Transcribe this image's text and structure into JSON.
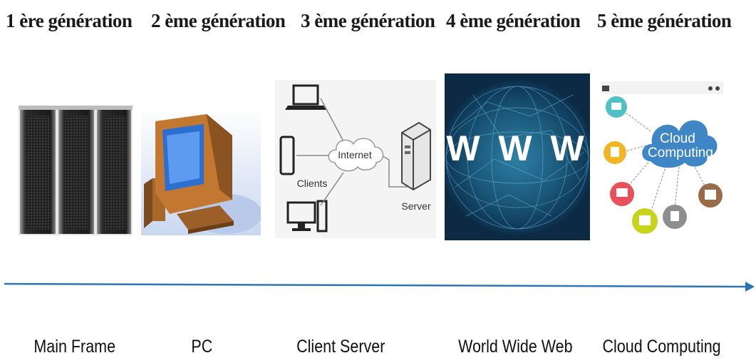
{
  "generations": [
    {
      "title": "1 ère génération",
      "label": "Main Frame"
    },
    {
      "title": "2 ème génération",
      "label": "PC"
    },
    {
      "title": "3 ème génération",
      "label": "Client Server"
    },
    {
      "title": "4 ème génération",
      "label": "World Wide Web"
    },
    {
      "title": "5 ème génération",
      "label": "Cloud Computing"
    }
  ],
  "client_server_image": {
    "internet": "Internet",
    "clients": "Clients",
    "server": "Server"
  },
  "www_image": {
    "letters": "W W W"
  },
  "cloud_image": {
    "line1": "Cloud",
    "line2": "Computing"
  },
  "colors": {
    "arrow": "#2e75b6",
    "www_background": "#0d2a45",
    "cloud": "#3f86c6"
  }
}
